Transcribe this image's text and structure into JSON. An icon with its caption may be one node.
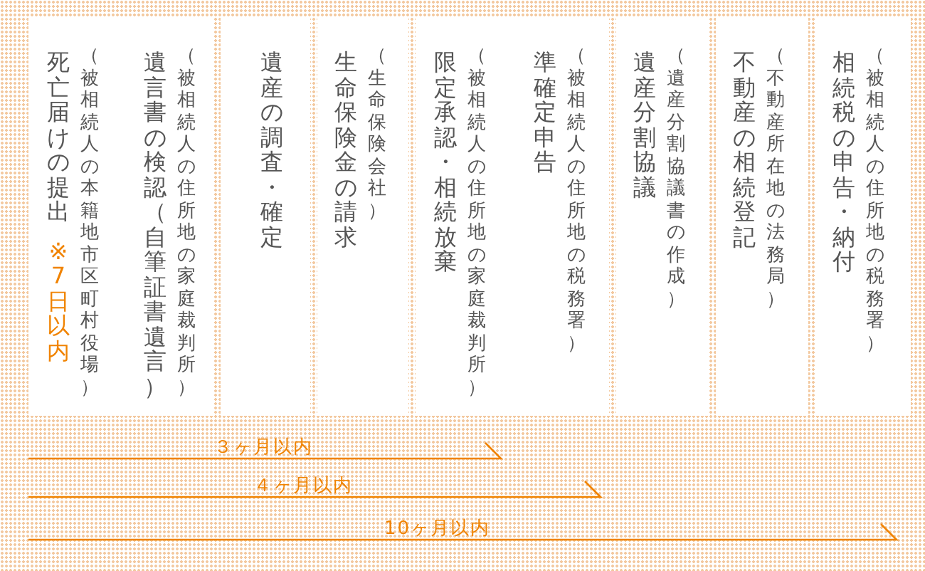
{
  "diagram": {
    "nodes": [
      {
        "text": [
          "死亡届けの提出",
          "（被相続人の本籍地市区町村役場）"
        ],
        "beside": [
          "※7日以内"
        ]
      },
      {
        "text": [
          "遺言書の検認（自筆証書遺言）",
          "（被相続人の住所地の家庭裁判所）"
        ]
      },
      {
        "text": [
          "遺産の調査・確定"
        ]
      },
      {
        "text": [
          "生命保険金の請求",
          "（生命保険会社）"
        ]
      },
      {
        "text": [
          "限定承認・相続放棄",
          "（被相続人の住所地の家庭裁判所）"
        ]
      },
      {
        "text": [
          "準確定申告",
          "（被相続人の住所地の税務署）"
        ]
      },
      {
        "text": [
          "遺産分割協議",
          "（遺産分割協議書の作成）"
        ]
      },
      {
        "text": [
          "不動産の相続登記",
          "（不動産所在地の法務局）"
        ]
      },
      {
        "text": [
          "相続税の申告・納付",
          "（被相続人の住所地の税務署）"
        ]
      }
    ],
    "labels": [
      "３ヶ月以内",
      "４ヶ月以内",
      "10ヶ月以内"
    ]
  }
}
